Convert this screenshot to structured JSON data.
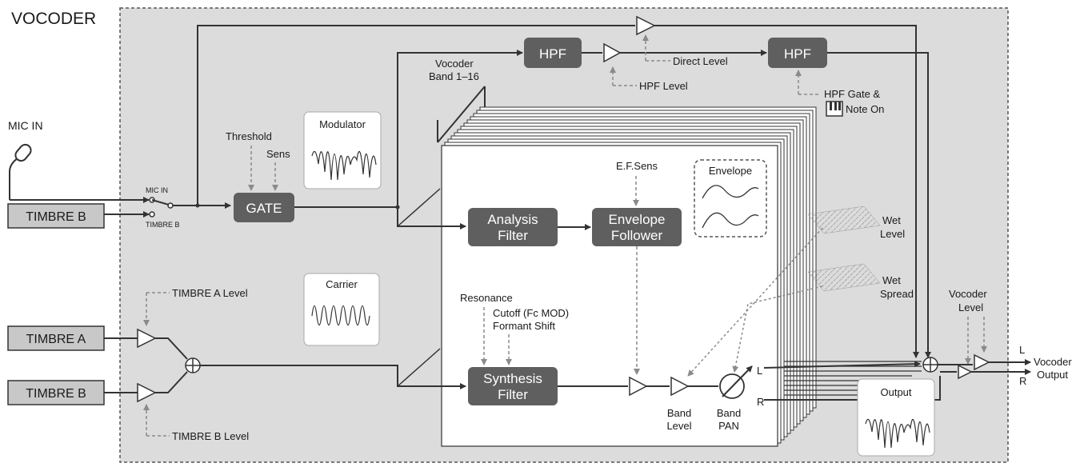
{
  "title": "VOCODER",
  "mic_in": "MIC IN",
  "switch_mic": "MIC IN",
  "switch_timbre": "TIMBRE B",
  "timbre_b_top": "TIMBRE B",
  "timbre_a": "TIMBRE A",
  "timbre_b_bottom": "TIMBRE B",
  "threshold": "Threshold",
  "sens": "Sens",
  "gate": "GATE",
  "modulator": "Modulator",
  "carrier": "Carrier",
  "timbre_a_level": "TIMBRE A Level",
  "timbre_b_level": "TIMBRE B Level",
  "hpf_left": "HPF",
  "hpf_right": "HPF",
  "hpf_level": "HPF Level",
  "direct_level": "Direct Level",
  "hpf_gate_1": "HPF Gate &",
  "hpf_gate_2": "Note On",
  "vocoder_band_1": "Vocoder",
  "vocoder_band_2": "Band 1–16",
  "ef_sens": "E.F.Sens",
  "analysis_1": "Analysis",
  "analysis_2": "Filter",
  "envfollow_1": "Envelope",
  "envfollow_2": "Follower",
  "envelope": "Envelope",
  "resonance": "Resonance",
  "cutoff": "Cutoff (Fc MOD)",
  "formant": "Formant Shift",
  "synthesis_1": "Synthesis",
  "synthesis_2": "Filter",
  "band_level_1": "Band",
  "band_level_2": "Level",
  "band_pan_1": "Band",
  "band_pan_2": "PAN",
  "pan_l": "L",
  "pan_r": "R",
  "wet_level_1": "Wet",
  "wet_level_2": "Level",
  "wet_spread_1": "Wet",
  "wet_spread_2": "Spread",
  "vocoder_level_1": "Vocoder",
  "vocoder_level_2": "Level",
  "output": "Output",
  "out_l": "L",
  "out_r": "R",
  "vocoder_output_1": "Vocoder",
  "vocoder_output_2": "Output",
  "colors": {
    "panel": "#dcdcdc",
    "block": "#5f5f5f",
    "line": "#333333",
    "dashed": "#8a8a8a"
  }
}
